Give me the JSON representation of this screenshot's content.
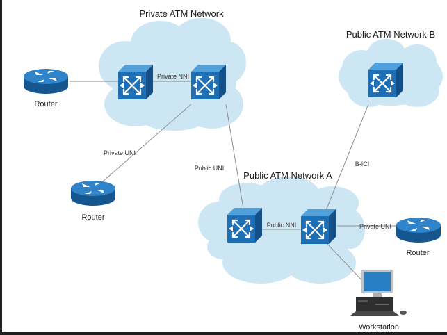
{
  "clouds": {
    "private_network": "Private ATM Network",
    "public_network_a": "Public ATM Network A",
    "public_network_b": "Public ATM Network B"
  },
  "links": {
    "private_nni": "Private NNI",
    "private_uni_left": "Private UNI",
    "public_uni_center": "Public UNI",
    "b_ici": "B-ICI",
    "public_nni": "Public NNI",
    "private_uni_right": "Private UNI"
  },
  "nodes": {
    "router_top_left": "Router",
    "router_middle_left": "Router",
    "router_right": "Router",
    "workstation": "Workstation"
  },
  "colors": {
    "cloud_fill": "#cde6f3",
    "switch_front": "#1f6fb5",
    "switch_top": "#4fa0db",
    "switch_side": "#154f87",
    "router_body": "#1d6cb3",
    "link_line": "#8a8a8a"
  },
  "icons": [
    "atm-switch-icon",
    "router-icon",
    "workstation-icon"
  ]
}
